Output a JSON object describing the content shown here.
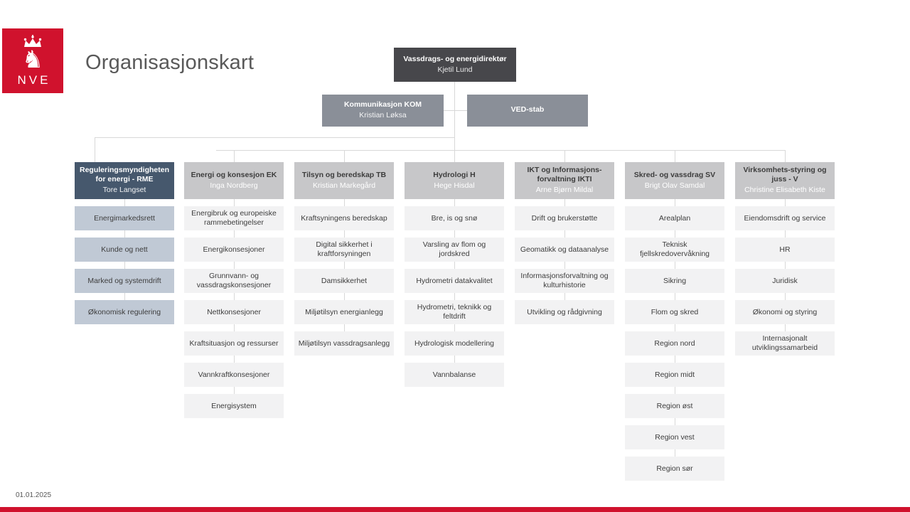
{
  "page": {
    "title": "Organisasjonskart",
    "date": "01.01.2025"
  },
  "logo": {
    "text": "NVE"
  },
  "director": {
    "title": "Vassdrags- og energidirektør",
    "name": "Kjetil Lund"
  },
  "staff": [
    {
      "title": "Kommunikasjon KOM",
      "name": "Kristian Løksa"
    },
    {
      "title": "VED-stab",
      "name": ""
    }
  ],
  "departments": [
    {
      "title": "Reguleringsmyndigheten for energi - RME",
      "name": "Tore Langset",
      "theme": "slate",
      "sections": [
        "Energimarkedsrett",
        "Kunde og nett",
        "Marked og systemdrift",
        "Økonomisk regulering"
      ]
    },
    {
      "title": "Energi og konsesjon EK",
      "name": "Inga Nordberg",
      "theme": "gray",
      "sections": [
        "Energibruk og europeiske rammebetingelser",
        "Energikonsesjoner",
        "Grunnvann- og vassdragskonsesjoner",
        "Nettkonsesjoner",
        "Kraftsituasjon og ressurser",
        "Vannkraftkonsesjoner",
        "Energisystem"
      ]
    },
    {
      "title": "Tilsyn og beredskap TB",
      "name": "Kristian Markegård",
      "theme": "gray",
      "sections": [
        "Kraftsyningens beredskap",
        "Digital sikkerhet i kraftforsyningen",
        "Damsikkerhet",
        "Miljøtilsyn energianlegg",
        "Miljøtilsyn vassdragsanlegg"
      ]
    },
    {
      "title": "Hydrologi H",
      "name": "Hege Hisdal",
      "theme": "gray",
      "sections": [
        "Bre, is og snø",
        "Varsling av flom og jordskred",
        "Hydrometri datakvalitet",
        "Hydrometri, teknikk og feltdrift",
        "Hydrologisk modellering",
        "Vannbalanse"
      ]
    },
    {
      "title": "IKT og Informasjons-forvaltning IKTI",
      "name": "Arne Bjørn Mildal",
      "theme": "gray",
      "sections": [
        "Drift og brukerstøtte",
        "Geomatikk og dataanalyse",
        "Informasjonsforvaltning og kulturhistorie",
        "Utvikling og rådgivning"
      ]
    },
    {
      "title": "Skred- og vassdrag SV",
      "name": "Brigt Olav Samdal",
      "theme": "gray",
      "sections": [
        "Arealplan",
        "Teknisk fjellskredovervåkning",
        "Sikring",
        "Flom og skred",
        "Region nord",
        "Region midt",
        "Region øst",
        "Region vest",
        "Region sør"
      ]
    },
    {
      "title": "Virksomhets-styring og juss - V",
      "name": "Christine Elisabeth Kiste",
      "theme": "gray",
      "sections": [
        "Eiendomsdrift og service",
        "HR",
        "Juridisk",
        "Økonomi og styring",
        "Internasjonalt utviklingssamarbeid"
      ]
    }
  ],
  "colors": {
    "brand_red": "#d0122d",
    "director_bg": "#47474b",
    "staff_bg": "#8a8f98",
    "highlight_header_bg": "#46586d",
    "highlight_unit_bg": "#c0c9d5",
    "header_bg": "#c7c7c9",
    "unit_bg": "#f2f2f3",
    "connector": "#d8d8d8",
    "text_dark": "#3d3d3d",
    "text_light": "#ffffff",
    "title_color": "#595959"
  }
}
